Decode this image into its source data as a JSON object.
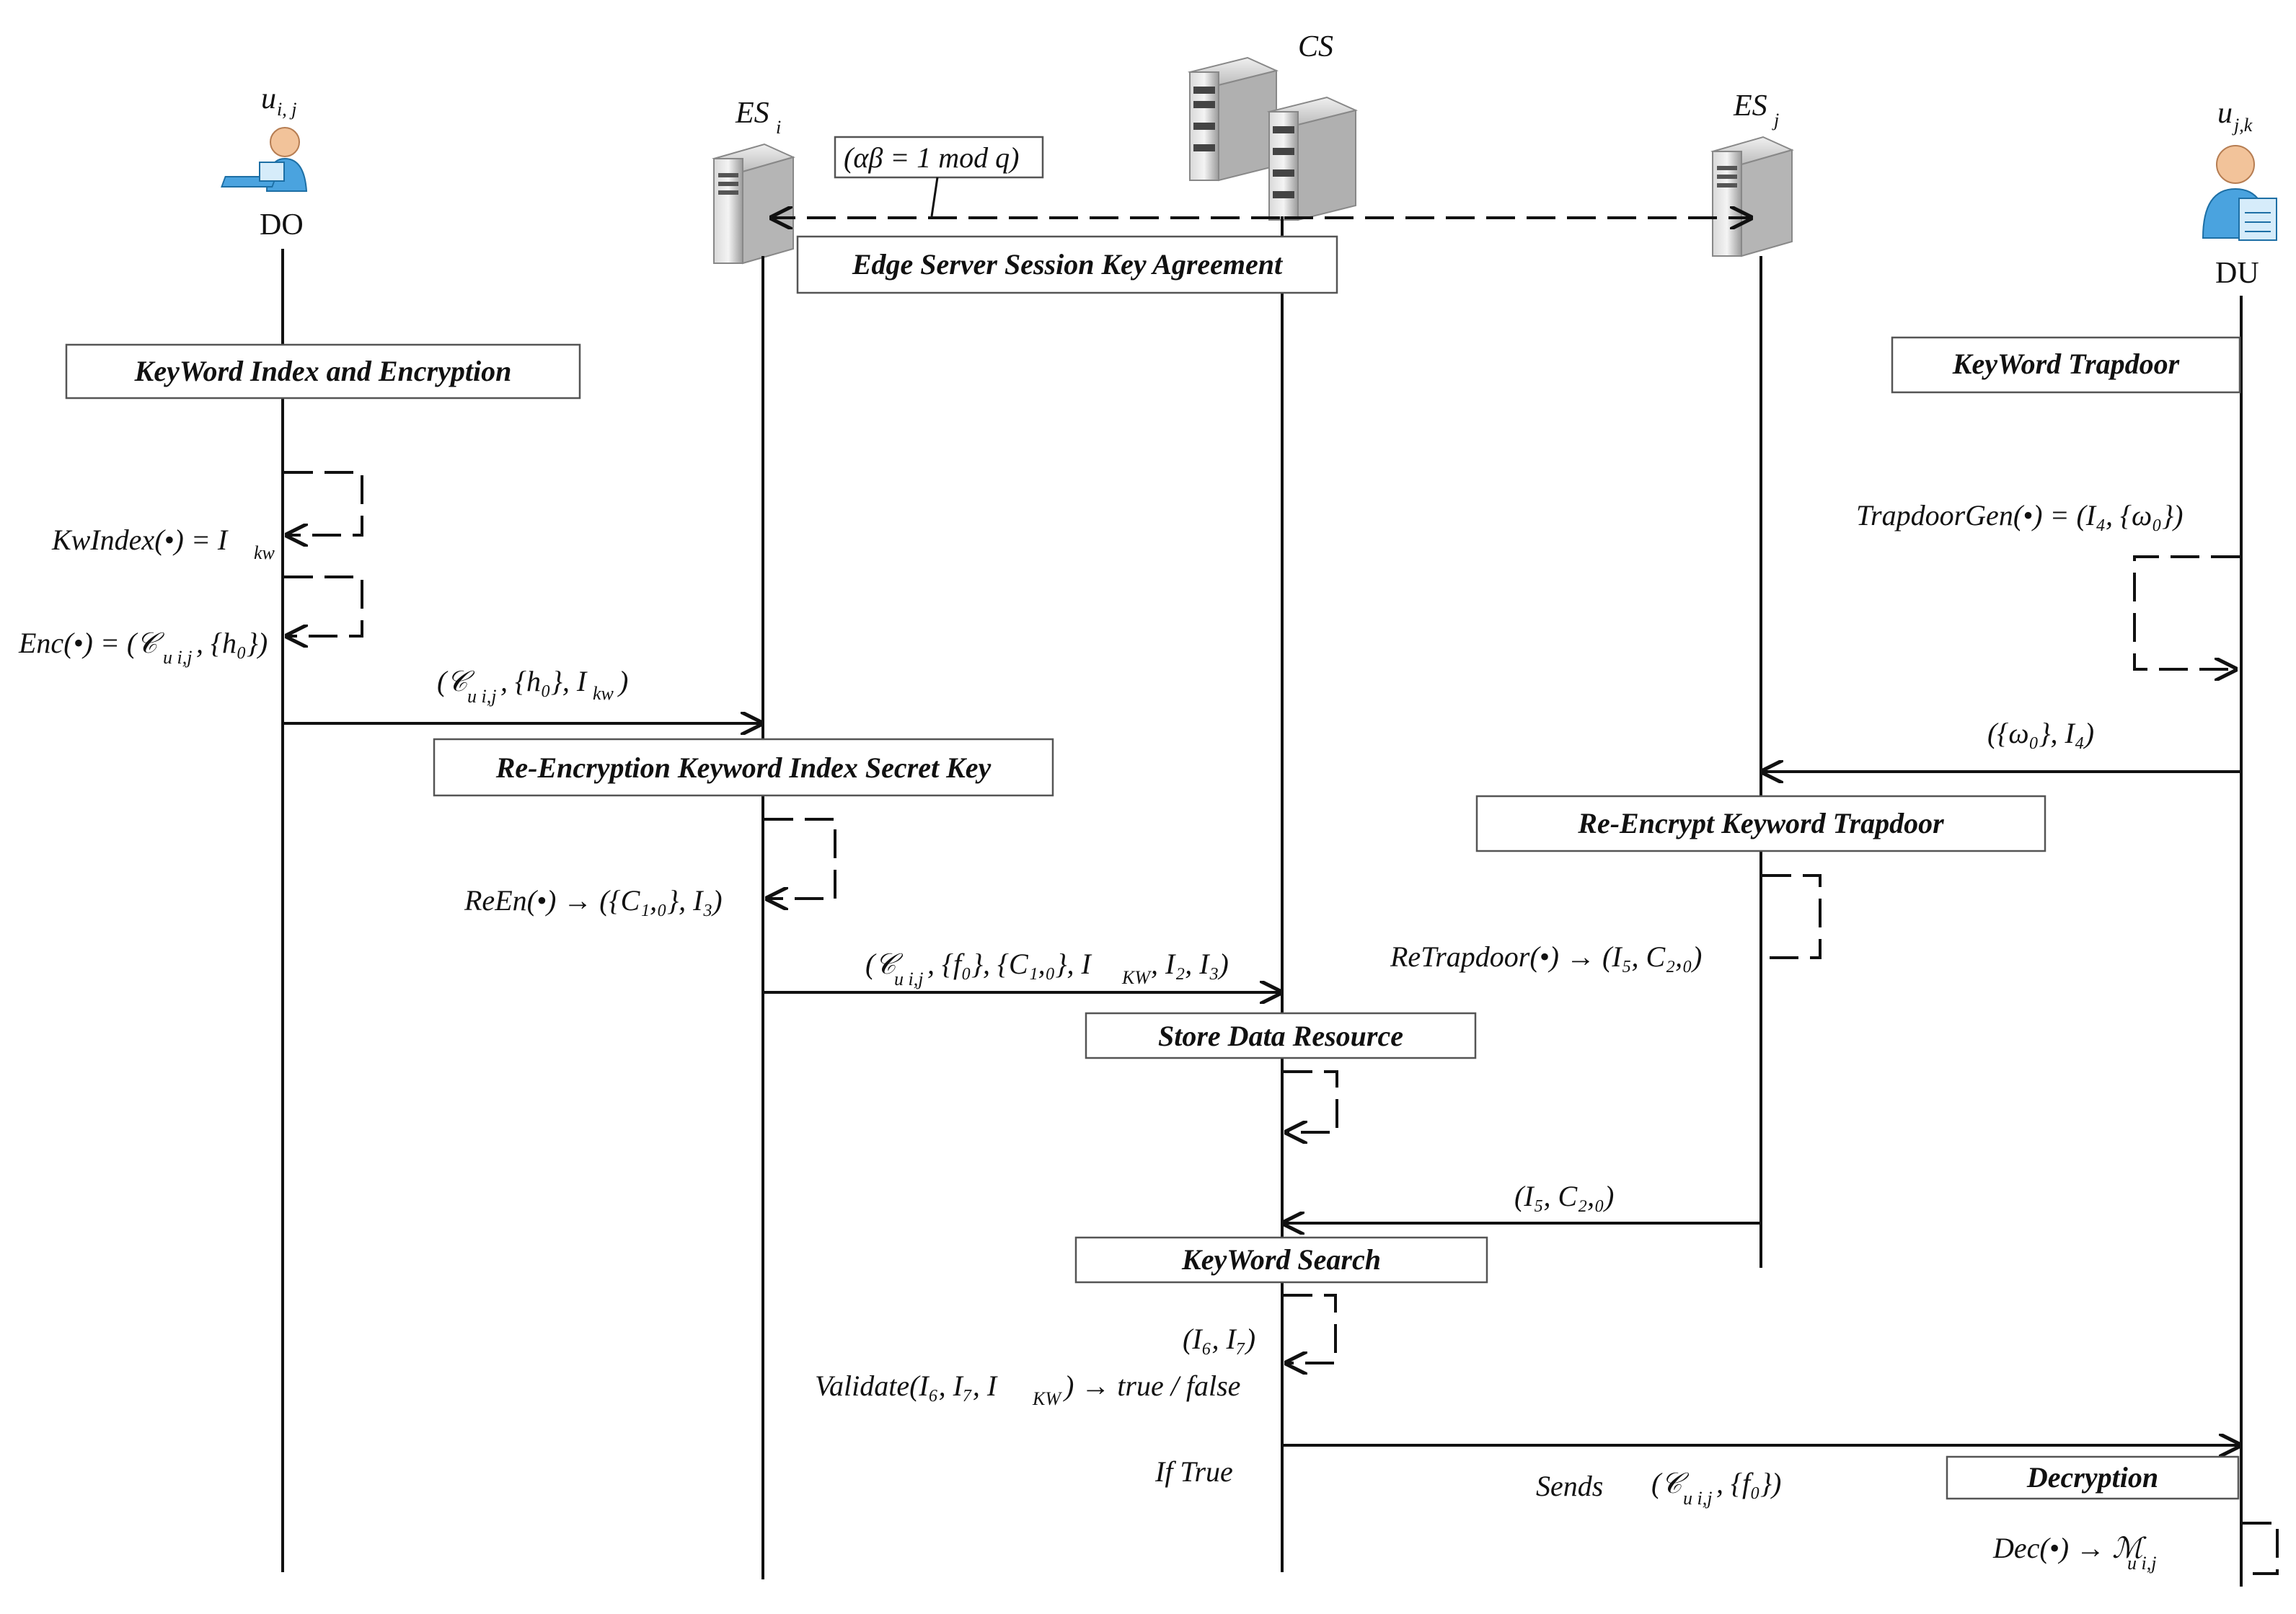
{
  "actors": {
    "do": {
      "symbol": "u",
      "sub": "i, j",
      "role": "DO"
    },
    "esi": {
      "symbol": "ES",
      "sub": "i"
    },
    "cs": {
      "symbol": "CS"
    },
    "esj": {
      "symbol": "ES",
      "sub": "j"
    },
    "du": {
      "symbol": "u",
      "sub": "j,k",
      "role": "DU"
    }
  },
  "phases": {
    "edge_session": "Edge Server Session Key Agreement",
    "kw_index": "KeyWord Index  and Encryption",
    "kw_trapdoor": "KeyWord Trapdoor",
    "re_enc_index": "Re-Encryption Keyword Index  Secret Key",
    "re_enc_trapdoor": "Re-Encrypt Keyword Trapdoor",
    "store": "Store Data Resource",
    "search": "KeyWord Search",
    "decryption": "Decryption"
  },
  "labels": {
    "alpha_beta": "(αβ = 1 mod q)",
    "kwindex": "KwIndex(•) = I",
    "kwindex_sub": "kw",
    "enc": "Enc(•) = (𝒞",
    "enc_sub": "u i,j",
    "enc_tail": ", {h₀})",
    "msg1": "(𝒞",
    "msg1_sub": "u i,j",
    "msg1_tail": ", {h₀}, I",
    "msg1_sub2": "kw",
    "msg1_end": ")",
    "trapgen": "TrapdoorGen(•) = (I₄, {ω₀})",
    "msg_trap": "({ω₀}, I₄)",
    "reen": "ReEn(•) → ({C₁,₀}, I₃)",
    "msg2": "(𝒞",
    "msg2_sub": "u i,j",
    "msg2_tail": ", {f₀}, {C₁,₀}, I",
    "msg2_sub2": "KW",
    "msg2_end": ", I₂, I₃)",
    "retrap": "ReTrapdoor(•) → (I₅, C₂,₀)",
    "msg3": "(I₅, C₂,₀)",
    "i6i7": "(I₆, I₇)",
    "validate": "Validate(I₆, I₇, I",
    "validate_sub": "KW",
    "validate_tail": ") → true / false",
    "iftrue": "If  True",
    "sends": "Sends",
    "sends_payload": "(𝒞",
    "sends_sub": "u i,j",
    "sends_tail": ", {f₀})",
    "dec": "Dec(•) → ℳ",
    "dec_sub": "u i,j"
  },
  "icons": [
    "user-icon-do",
    "server-icon-esi",
    "server-rack-icon-cs",
    "server-icon-esj",
    "user-icon-du"
  ]
}
